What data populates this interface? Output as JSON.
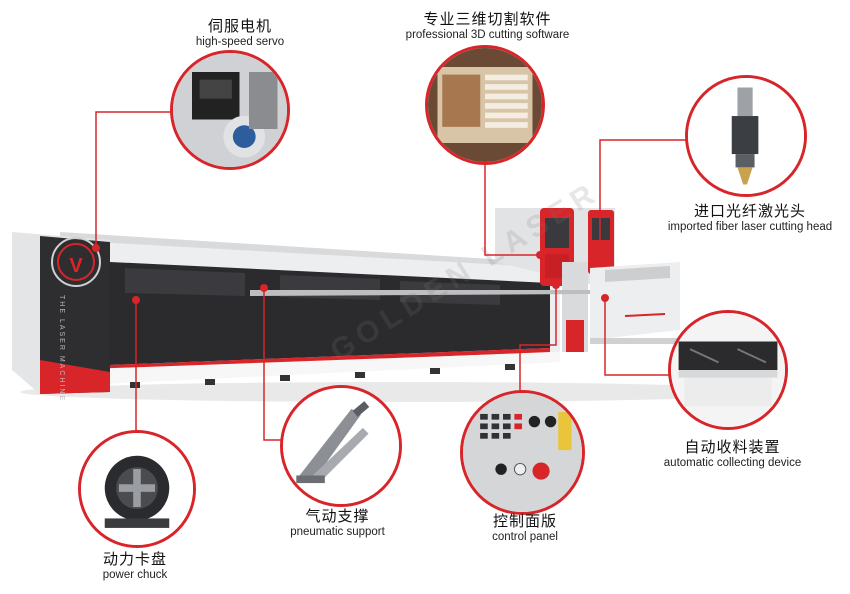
{
  "colors": {
    "accent": "#d7252a",
    "machine_dark": "#2b2b2e",
    "machine_light": "#e6e7e9"
  },
  "brand": {
    "logo_letter": "V",
    "side_text": "THE LASER MACHINE",
    "watermark": "GOLDEN LASER"
  },
  "callouts": [
    {
      "id": "servo",
      "label_cn": "伺服电机",
      "label_en": "high-speed servo",
      "icon": "servo-motor-photo"
    },
    {
      "id": "software",
      "label_cn": "专业三维切割软件",
      "label_en": "professional 3D cutting software",
      "icon": "software-screen-photo"
    },
    {
      "id": "laser_head",
      "label_cn": "进口光纤激光头",
      "label_en": "imported fiber laser cutting head",
      "icon": "laser-head-photo"
    },
    {
      "id": "collecting",
      "label_cn": "自动收料装置",
      "label_en": "automatic collecting device",
      "icon": "collecting-device-photo"
    },
    {
      "id": "control_panel",
      "label_cn": "控制面版",
      "label_en": "control panel",
      "icon": "control-panel-photo"
    },
    {
      "id": "support",
      "label_cn": "气动支撑",
      "label_en": "pneumatic support",
      "icon": "pneumatic-support-photo"
    },
    {
      "id": "chuck",
      "label_cn": "动力卡盘",
      "label_en": "power chuck",
      "icon": "power-chuck-photo"
    }
  ]
}
